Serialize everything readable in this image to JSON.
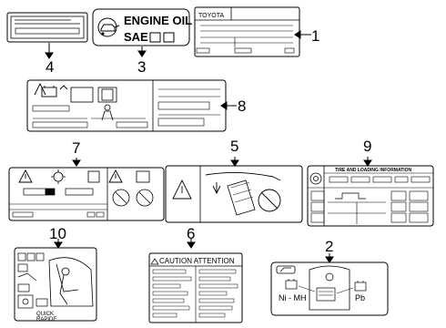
{
  "callouts": {
    "c1": "1",
    "c2": "2",
    "c3": "3",
    "c4": "4",
    "c5": "5",
    "c6": "6",
    "c7": "7",
    "c8": "8",
    "c9": "9",
    "c10": "10"
  },
  "labels": {
    "toyota": "TOYOTA",
    "engine_oil": "ENGINE OIL",
    "sae": "SAE",
    "tire_info": "TIRE AND LOADING INFORMATION",
    "caution_attention": "CAUTION ATTENTION",
    "ni_mh": "Ni - MH",
    "pb": "Pb",
    "quick": "QUICK",
    "rapide": "RAPIDE"
  },
  "colors": {
    "line": "#000000",
    "hatch": "#000000",
    "background": "#ffffff"
  }
}
